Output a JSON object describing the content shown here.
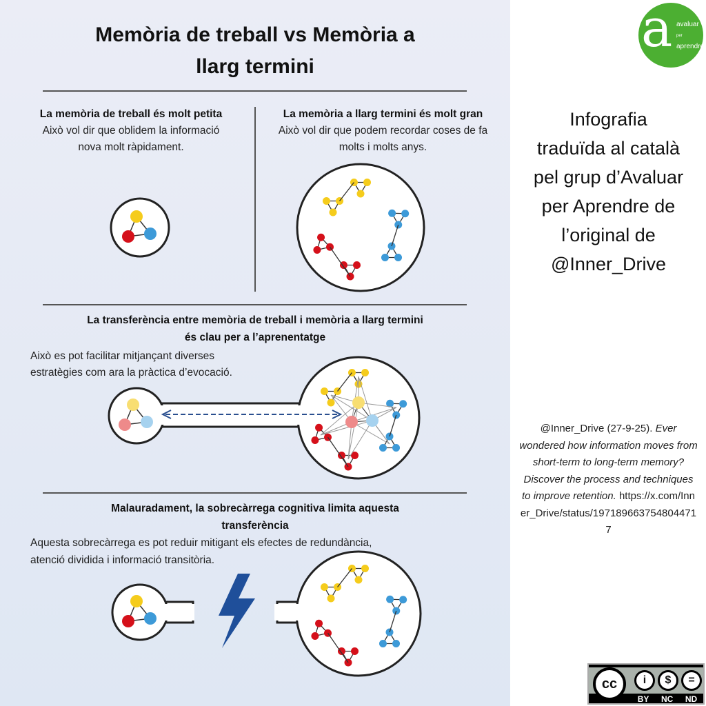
{
  "title": {
    "line1": "Memòria de treball vs Memòria a",
    "line2": "llarg termini"
  },
  "section1": {
    "left_heading": "La memòria de treball és molt petita",
    "left_body1": "Això vol dir que oblidem la informació",
    "left_body2": "nova molt ràpidament.",
    "right_heading": "La memòria a llarg termini és molt gran",
    "right_body1": "Això vol dir que podem recordar coses de fa",
    "right_body2": "molts i molts anys."
  },
  "section2": {
    "heading1": "La transferència entre memòria de treball i memòria a llarg termini",
    "heading2": "és clau per a l’aprenentatge",
    "body1": "Això es pot facilitar mitjançant diverses",
    "body2": "estratègies com ara la pràctica d’evocació."
  },
  "section3": {
    "heading1": "Malauradament, la sobrecàrrega cognitiva limita aquesta",
    "heading2": "transferència",
    "body1": "Aquesta sobrecàrrega es pot reduir mitigant els  efectes de redundància,",
    "body2": "atenció dividida i informació transitòria."
  },
  "sidebar": {
    "intro": [
      "Infografia",
      "traduïda al català",
      "pel grup d’Avaluar",
      "per Aprendre de",
      "l’original de",
      "@Inner_Drive"
    ],
    "citation_author": "@Inner_Drive (27-9-25).",
    "citation_italic": "Ever wondered how information moves from short-term to long-term memory? Discover the process and techniques to improve retention.",
    "citation_url": "https://x.com/Inner_Drive/status/1971896637548044717"
  },
  "logo": {
    "letter": "a",
    "line1": "avaluar",
    "line2": "per",
    "line3": "aprendre",
    "color": "#4caf32"
  },
  "license": {
    "labels": [
      "BY",
      "NC",
      "ND"
    ],
    "cc": "cc"
  },
  "colors": {
    "yellow": "#f5cc1c",
    "red": "#d5101a",
    "blue": "#3d9ad8",
    "arrow": "#2a4f8f",
    "bolt": "#1f4f9a"
  }
}
